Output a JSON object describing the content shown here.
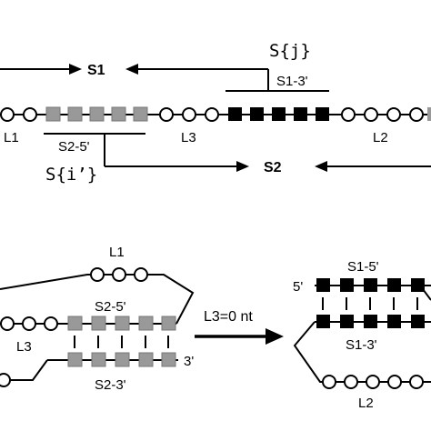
{
  "top": {
    "s_j": "S{j}",
    "s1": "S1",
    "s1_3p": "S1-3'",
    "l1": "L1",
    "s2_5p": "S2-5'",
    "l3": "L3",
    "l2": "L2",
    "s_i": "S{i’}",
    "s2": "S2"
  },
  "bottom": {
    "l1": "L1",
    "s2_5p": "S2-5'",
    "l3": "L3",
    "three_prime": "3'",
    "s2_3p": "S2-3'",
    "arrow_label": "L3=0 nt",
    "five_prime": "5'",
    "s1_5p": "S1-5'",
    "s1_3p": "S1-3'",
    "l2": "L2"
  },
  "colors": {
    "stroke": "#000000",
    "gray_square": "#999999",
    "black_square": "#000000",
    "circle_fill": "#ffffff"
  }
}
